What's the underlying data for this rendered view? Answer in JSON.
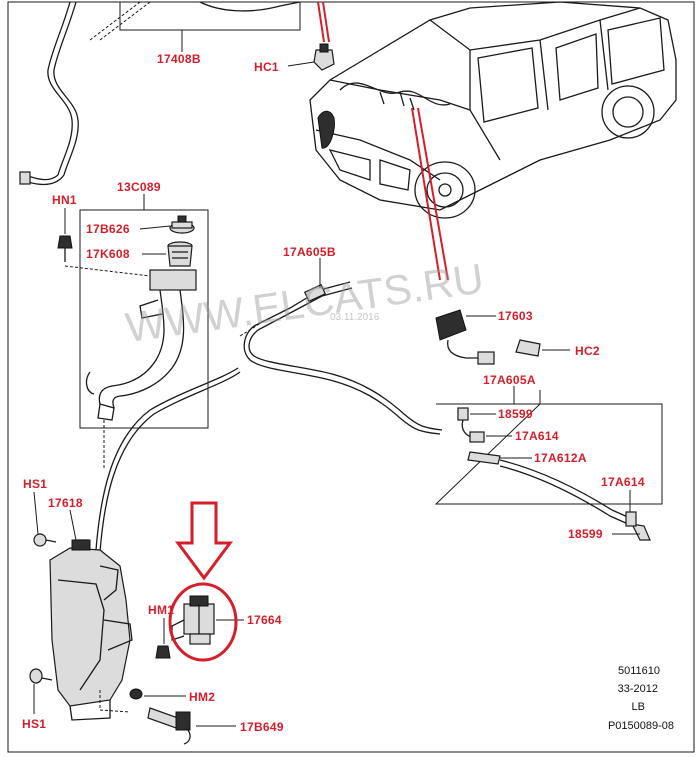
{
  "callouts": {
    "c17408b": "17408B",
    "hc1": "HC1",
    "hn1": "HN1",
    "c13c089": "13C089",
    "c17b626": "17B626",
    "c17k608": "17K608",
    "c17a605b": "17A605B",
    "c17603": "17603",
    "hc2": "HC2",
    "c17a605a": "17A605A",
    "c18599_top": "18599",
    "c17a614_top": "17A614",
    "c17a612a": "17A612A",
    "c17a614_right": "17A614",
    "c18599_bottom": "18599",
    "hs1_top": "HS1",
    "c17618": "17618",
    "hm1": "HM1",
    "c17664": "17664",
    "hm2": "HM2",
    "hs1_bottom": "HS1",
    "c17b649": "17B649"
  },
  "watermark": {
    "text": "WWW.ELCATS.RU",
    "small": "03.11.2016"
  },
  "footer": {
    "line1": "5011610",
    "line2": "33-2012",
    "line3": "LB",
    "line4": "P0150089-08"
  },
  "colors": {
    "callout": "#d61d2a",
    "highlight": "#d61d2a",
    "ink": "#1a1a1a"
  },
  "icons": {
    "highlight_arrow": "down-arrow-icon",
    "highlight_ring": "circle-highlight-icon"
  }
}
